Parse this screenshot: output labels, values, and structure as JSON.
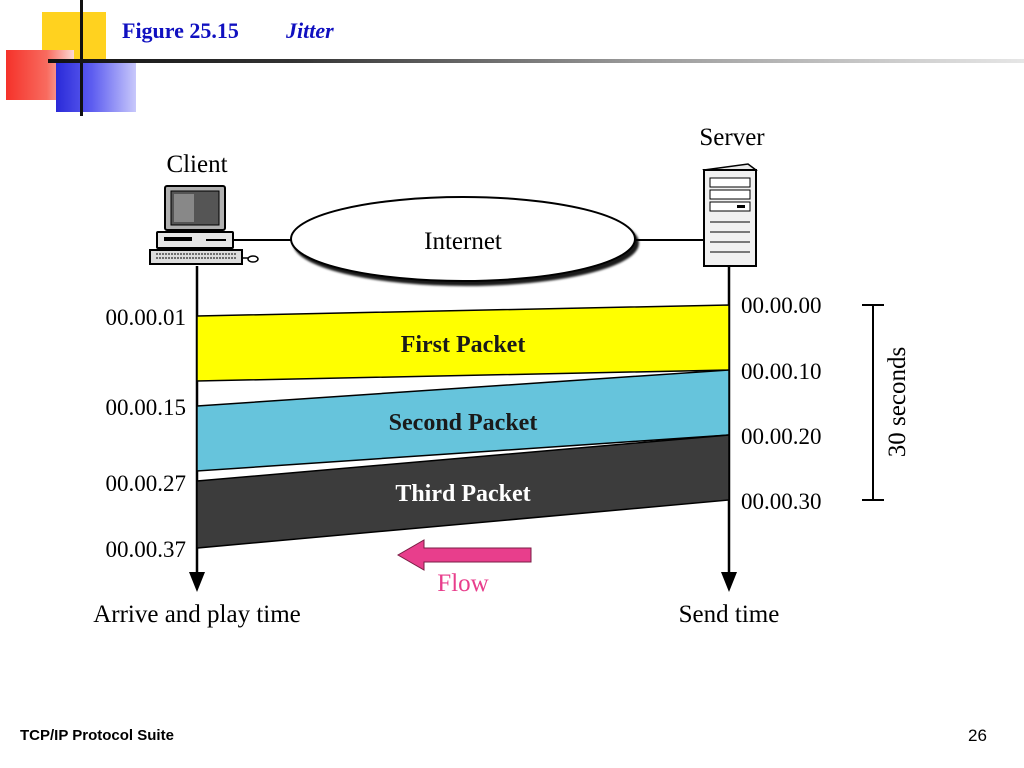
{
  "header": {
    "figure_number": "Figure 25.15",
    "figure_title": "Jitter"
  },
  "diagram": {
    "client_label": "Client",
    "server_label": "Server",
    "network_label": "Internet",
    "packets": [
      {
        "label": "First Packet",
        "sent": "00.00.00",
        "arrived": "00.00.01",
        "fill": "#ffff00",
        "text_color": "#1a1a1a"
      },
      {
        "label": "Second Packet",
        "sent": "00.00.10",
        "arrived": "00.00.15",
        "fill": "#66c4dc",
        "text_color": "#1a1a1a"
      },
      {
        "label": "Third Packet",
        "sent": "00.00.20",
        "arrived": "00.00.27",
        "fill": "#3c3c3c",
        "text_color": "#ffffff"
      }
    ],
    "send_times": [
      "00.00.00",
      "00.00.10",
      "00.00.20",
      "00.00.30"
    ],
    "arrive_times": [
      "00.00.01",
      "00.00.15",
      "00.00.27",
      "00.00.37"
    ],
    "interval_label": "30 seconds",
    "flow_label": "Flow",
    "flow_color": "#e83e8c",
    "client_axis_label": "Arrive and play time",
    "server_axis_label": "Send time"
  },
  "footer": {
    "left": "TCP/IP Protocol Suite",
    "page_number": "26"
  }
}
